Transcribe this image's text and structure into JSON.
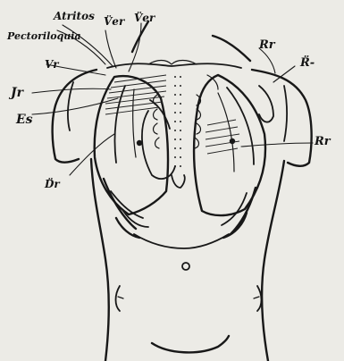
{
  "labels": {
    "atritos": "Atritos",
    "pectoriloquia": "Pectoriloquia",
    "ver_top": "V̈er",
    "ver_top_right": "V̈er",
    "vr": "Vr",
    "jr": "Jr",
    "es": "Es",
    "dr": "D̈r",
    "rr_top": "Rr",
    "r_right": "R̈-",
    "rr_right": "Rr"
  }
}
